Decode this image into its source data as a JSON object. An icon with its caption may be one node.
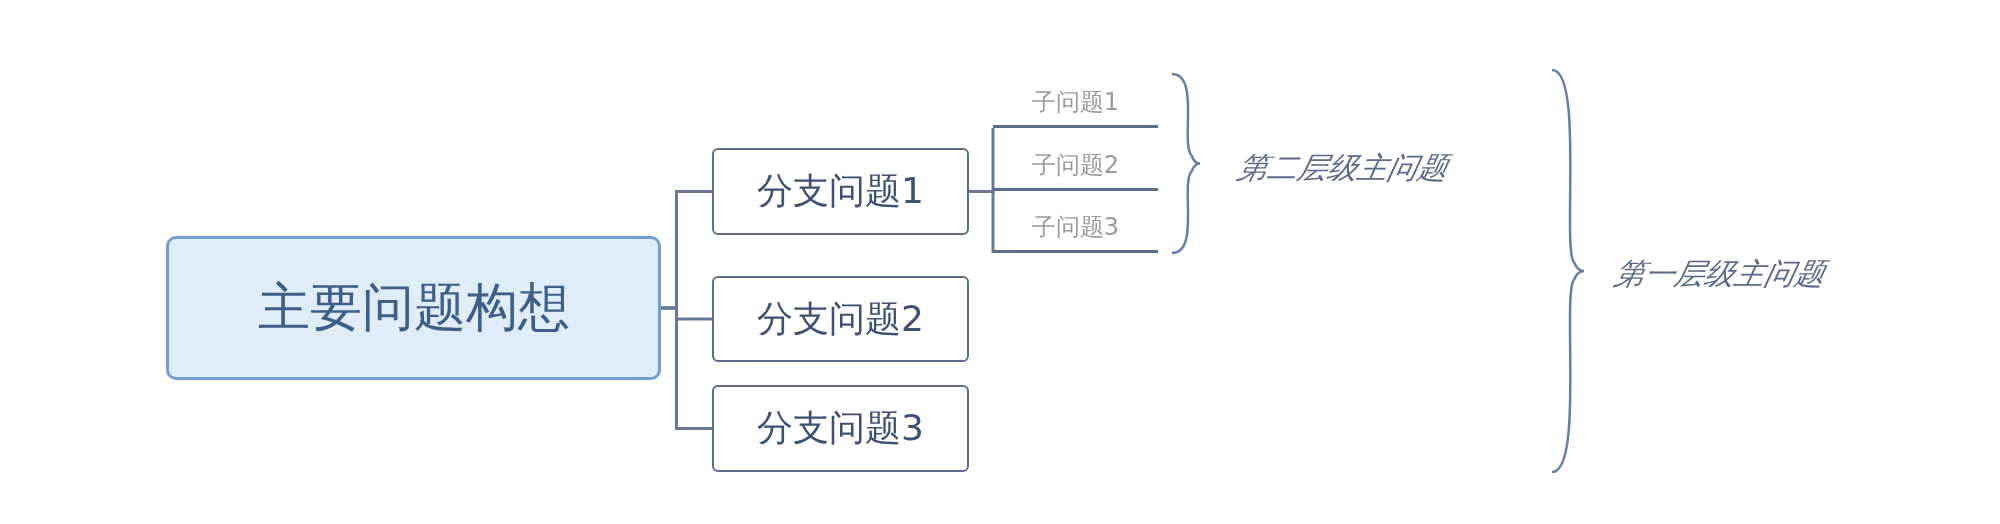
{
  "diagram": {
    "nodes": [
      {
        "text": [
          "主要问题构想"
        ]
      },
      {
        "text": [
          "分支问题1"
        ]
      },
      {
        "text": [
          "分支问题2"
        ]
      },
      {
        "text": [
          "分支问题3"
        ]
      },
      {
        "text": [
          "子问题1"
        ]
      },
      {
        "text": [
          "子问题2"
        ]
      },
      {
        "text": [
          "子问题3"
        ]
      }
    ],
    "edges": [
      {
        "from": 0,
        "to": 1,
        "arrow": "none"
      },
      {
        "from": 0,
        "to": 2,
        "arrow": "none"
      },
      {
        "from": 0,
        "to": 3,
        "arrow": "none"
      },
      {
        "from": 1,
        "to": 4,
        "arrow": "none"
      },
      {
        "from": 1,
        "to": 5,
        "arrow": "none"
      },
      {
        "from": 1,
        "to": 6,
        "arrow": "none"
      }
    ],
    "labels": [
      "第二层级主问题",
      "第一层级主问题"
    ]
  }
}
